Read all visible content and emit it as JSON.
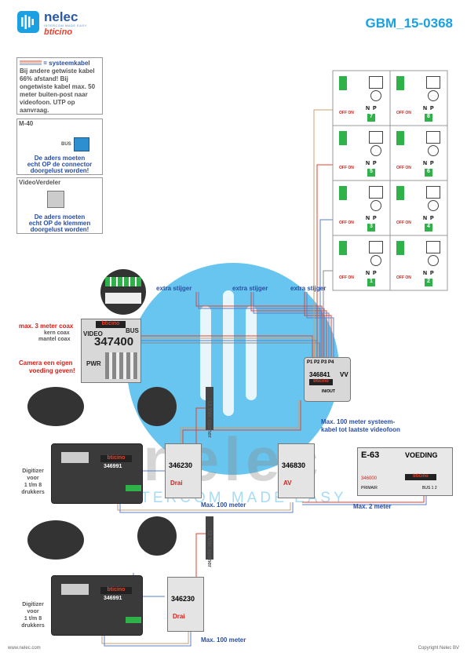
{
  "header": {
    "doc_id": "GBM_15-0368",
    "brand_name": "nelec",
    "brand_tagline": "INTERCOM MADE EASY",
    "brand_partner": "bticino"
  },
  "legend": {
    "title": "= systeemkabel",
    "text": "Bij andere getwiste kabel 66% afstand! Bij ongetwiste kabel max. 50 meter buiten-post naar videofoon. UTP op aanvraag."
  },
  "panel_m40": {
    "title": "M-40",
    "bus_label": "BUS",
    "note": [
      "De aders moeten",
      "echt OP de connector",
      "doorgelust worden!"
    ]
  },
  "panel_vv": {
    "title": "VideoVerdeler",
    "note": [
      "De aders moeten",
      "echt OP de klemmen",
      "doorgelust worden!"
    ]
  },
  "risers": [
    "extra stijger",
    "extra stijger",
    "extra stijger"
  ],
  "camera_notes": {
    "max_coax": "max. 3 meter coax",
    "kern_coax": "kern coax",
    "mantel_coax": "mantel coax",
    "camera_power": [
      "Camera een eigen",
      "voeding geven!"
    ]
  },
  "modules": {
    "m347400": {
      "code": "347400",
      "side_top": "BUS",
      "side_bottom": "PWR",
      "side_left": "VIDEO"
    },
    "m346841": {
      "code": "346841",
      "ports": [
        "P1",
        "P2",
        "P3",
        "P4"
      ],
      "vv": "VV",
      "in_out": [
        "IN",
        "OUT"
      ]
    },
    "m346830": {
      "code": "346830",
      "sub": "AV"
    },
    "m346230_a": {
      "code": "346230",
      "sub": "Drai"
    },
    "m346230_b": {
      "code": "346230",
      "sub": "Drai"
    },
    "m346991_a": {
      "code": "346991"
    },
    "m346991_b": {
      "code": "346991"
    },
    "psu": {
      "model": "E-63",
      "title": "VOEDING",
      "code": "346000",
      "terminals": [
        "PRIMAIR",
        "BUS 1 2"
      ]
    }
  },
  "openers": [
    "12 Vdc opener",
    "12 Vdc opener"
  ],
  "digitizer": [
    "Digitizer",
    "voor",
    "1 t/m 8",
    "drukkers"
  ],
  "distances": {
    "system_cable": [
      "Max. 100 meter systeem-",
      "kabel tot laatste videofoon"
    ],
    "d1": "Max. 100 meter",
    "d2": "Max. 2 meter",
    "d3": "Max. 100 meter"
  },
  "videophones": {
    "switch_labels": [
      "OFF",
      "ON"
    ],
    "np_labels": [
      "N",
      "P"
    ],
    "numbers": [
      "7",
      "8",
      "5",
      "6",
      "3",
      "4",
      "1",
      "2"
    ]
  },
  "footer": {
    "url": "www.nelec.com",
    "copyright": "Copyright Nelec BV"
  },
  "colors": {
    "accent_blue": "#1ba1e2",
    "text_blue": "#2a4ea0",
    "warning_red": "#d6201a",
    "terminal_green": "#2fb24a",
    "bticino_red": "#e6422d"
  }
}
